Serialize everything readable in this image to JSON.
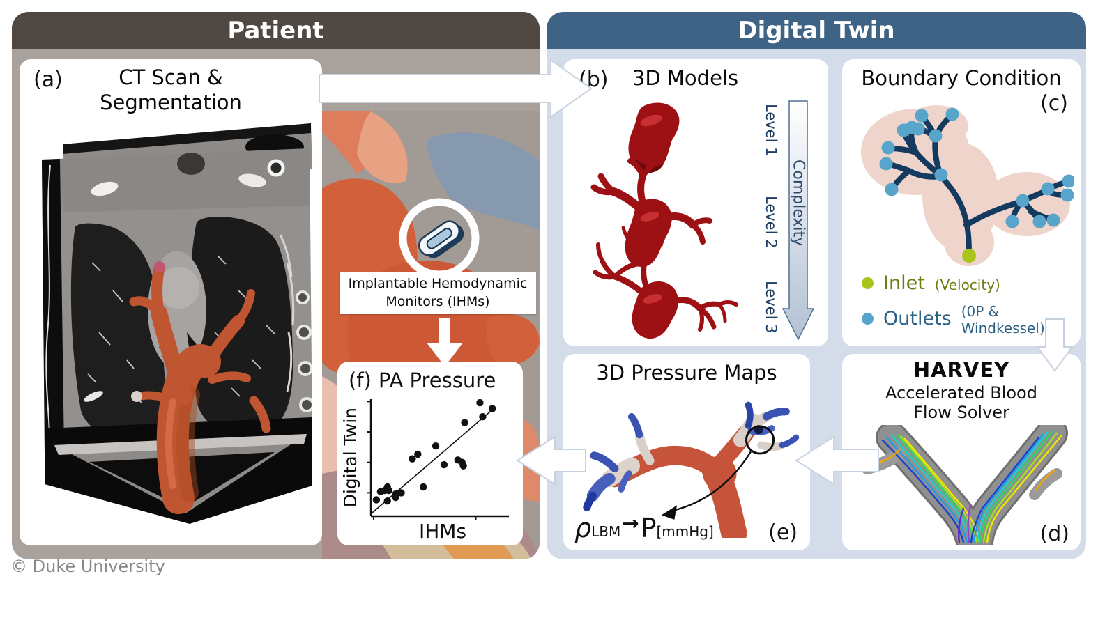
{
  "patient": {
    "title": "Patient",
    "card_a": {
      "tag": "(a)",
      "title_line1": "CT Scan &",
      "title_line2": "Segmentation"
    },
    "ihm_label": {
      "line1": "Implantable Hemodynamic",
      "line2": "Monitors (IHMs)"
    },
    "card_f": {
      "tag": "(f)",
      "title": "PA Pressure",
      "xlabel": "IHMs",
      "ylabel": "Digital Twin"
    },
    "copyright": "© Duke University"
  },
  "digital_twin": {
    "title": "Digital Twin",
    "card_b": {
      "tag": "(b)",
      "title": "3D Models",
      "levels": [
        "Level 1",
        "Level 2",
        "Level 3"
      ],
      "arrow_label": "Complexity"
    },
    "card_c": {
      "tag": "(c)",
      "title": "Boundary Condition",
      "legend": {
        "inlet": {
          "name": "Inlet",
          "detail": "(Velocity)"
        },
        "outlets": {
          "name": "Outlets",
          "detail": "(0P & Windkessel)"
        }
      }
    },
    "card_d": {
      "tag": "(d)",
      "title": "HARVEY",
      "subtitle_line1": "Accelerated Blood",
      "subtitle_line2": "Flow Solver"
    },
    "card_e": {
      "tag": "(e)",
      "title": "3D Pressure Maps",
      "formula": {
        "lhs": "ρ",
        "lhs_sub": "LBM",
        "arrow": "→",
        "rhs": "P",
        "rhs_sub": "[mmHg]"
      }
    }
  },
  "chart_data": {
    "type": "scatter",
    "title": "PA Pressure",
    "xlabel": "IHMs",
    "ylabel": "Digital Twin",
    "axis_value_labels_shown": false,
    "points_normalized": [
      [
        0.04,
        0.14
      ],
      [
        0.07,
        0.21
      ],
      [
        0.1,
        0.22
      ],
      [
        0.12,
        0.25
      ],
      [
        0.12,
        0.13
      ],
      [
        0.13,
        0.22
      ],
      [
        0.18,
        0.19
      ],
      [
        0.18,
        0.16
      ],
      [
        0.22,
        0.2
      ],
      [
        0.3,
        0.49
      ],
      [
        0.34,
        0.53
      ],
      [
        0.38,
        0.25
      ],
      [
        0.47,
        0.6
      ],
      [
        0.53,
        0.44
      ],
      [
        0.63,
        0.48
      ],
      [
        0.66,
        0.46
      ],
      [
        0.67,
        0.43
      ],
      [
        0.68,
        0.8
      ],
      [
        0.79,
        0.97
      ],
      [
        0.81,
        0.85
      ],
      [
        0.88,
        0.92
      ]
    ],
    "trendline_normalized": [
      [
        0.0,
        0.02
      ],
      [
        0.9,
        0.93
      ]
    ],
    "xticks_normalized": [
      0.02,
      0.76
    ],
    "yticks_normalized": [
      0.2,
      0.46,
      0.72,
      0.98
    ],
    "marker_color": "#111111"
  },
  "colors": {
    "patient_header": "#4f4843",
    "patient_body": "#a9a19c",
    "digital_twin_header": "#3e6385",
    "digital_twin_body": "#d3dce8",
    "card_background": "#ffffff",
    "model_red": "#9d1013",
    "vessel_orange": "#c05631",
    "tree_navy": "#143a5f",
    "outlet_blue": "#57a5cb",
    "inlet_green": "#a9c41d",
    "inlet_text": "#6e7c12",
    "outlet_text": "#2d6284",
    "level_text": "#1c3f63",
    "pressure_high_red": "#c5543a",
    "pressure_low_blue": "#3a53b2",
    "arrow_fill": "#ffffff",
    "arrow_outline": "#c7d2e0",
    "copyright_gray": "#8b8681"
  }
}
